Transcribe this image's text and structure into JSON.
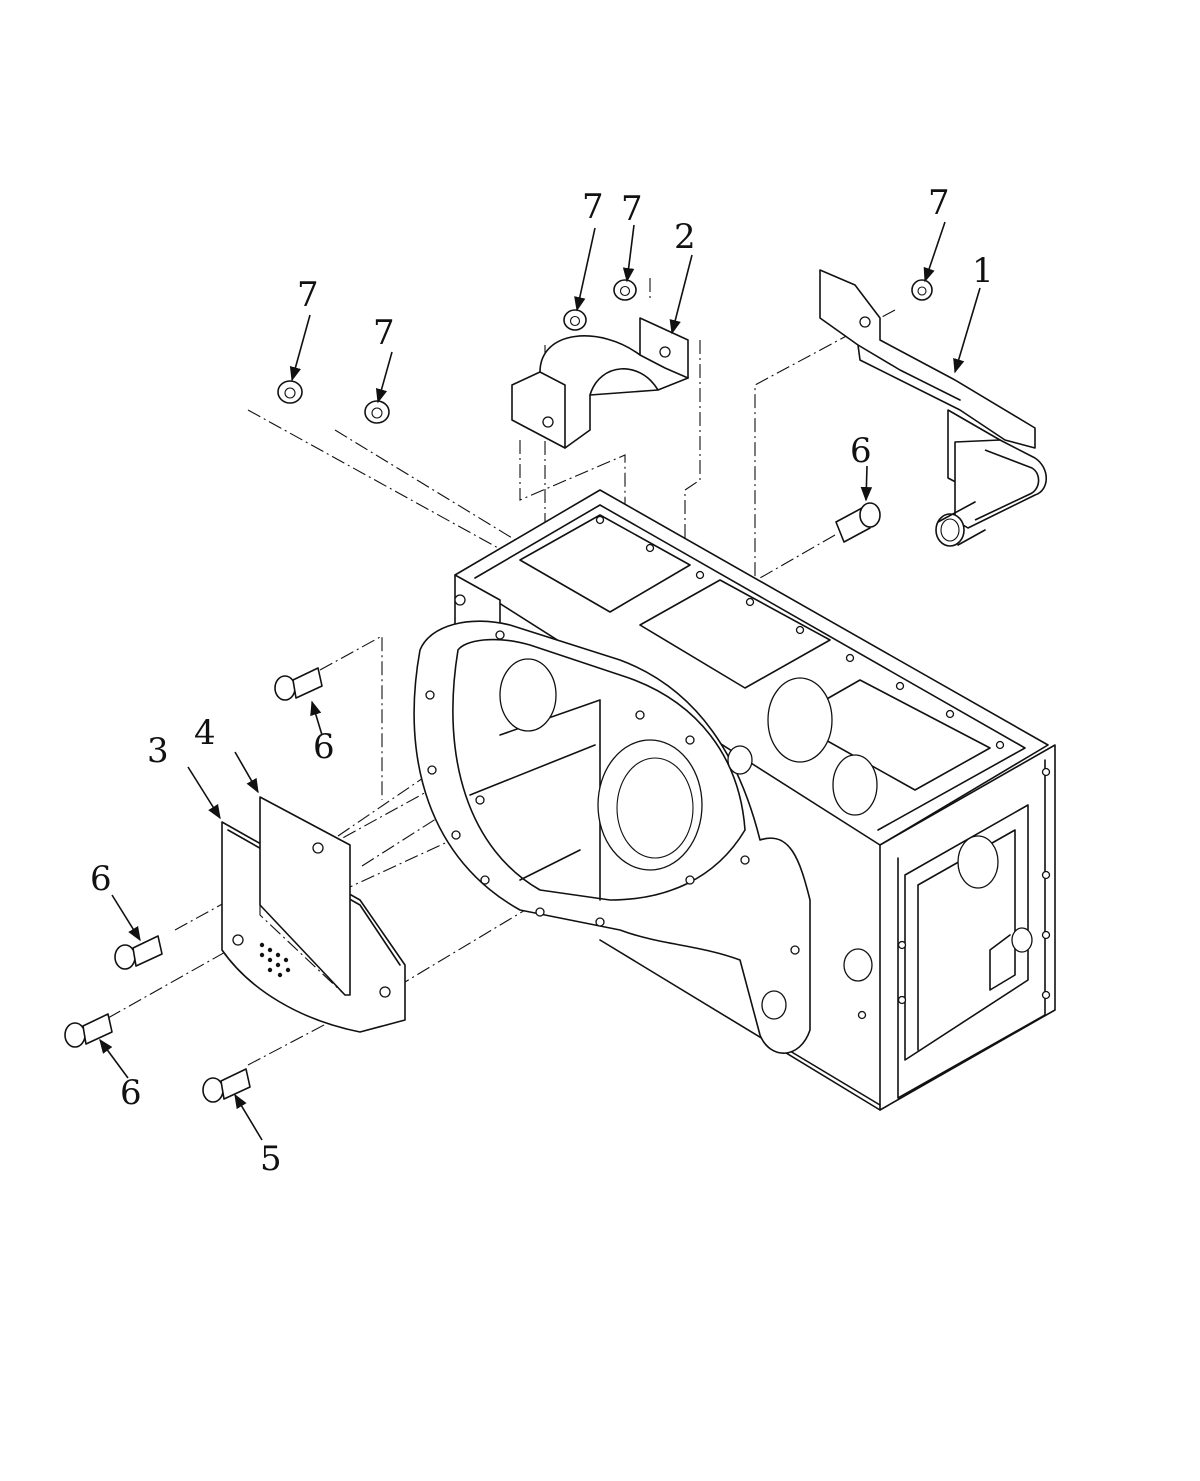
{
  "callouts": [
    {
      "id": "c1",
      "label": "1"
    },
    {
      "id": "c2",
      "label": "2"
    },
    {
      "id": "c3",
      "label": "3"
    },
    {
      "id": "c4",
      "label": "4"
    },
    {
      "id": "c5",
      "label": "5"
    },
    {
      "id": "c6a",
      "label": "6"
    },
    {
      "id": "c6b",
      "label": "6"
    },
    {
      "id": "c6c",
      "label": "6"
    },
    {
      "id": "c6d",
      "label": "6"
    },
    {
      "id": "c7a",
      "label": "7"
    },
    {
      "id": "c7b",
      "label": "7"
    },
    {
      "id": "c7c",
      "label": "7"
    },
    {
      "id": "c7d",
      "label": "7"
    },
    {
      "id": "c7e",
      "label": "7"
    }
  ]
}
